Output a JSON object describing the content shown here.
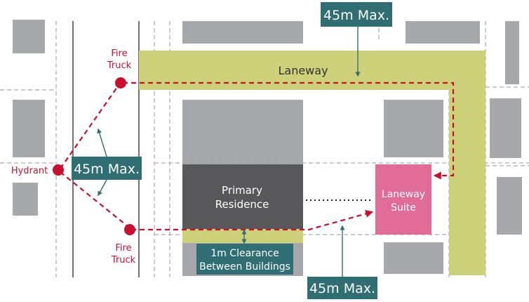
{
  "labels": {
    "fire_truck_top": [
      "Fire",
      "Truck"
    ],
    "fire_truck_bottom": [
      "Fire",
      "Truck"
    ],
    "hydrant": "Hydrant",
    "laneway": "Laneway",
    "primary_residence": [
      "Primary",
      "Residence"
    ],
    "laneway_suite": [
      "Laneway",
      "Suite"
    ],
    "max_top": "45m Max.",
    "max_left": "45m Max.",
    "max_bottom": "45m Max.",
    "clearance": [
      "1m Clearance",
      "Between Buildings"
    ]
  },
  "colors": {
    "building_gray": "#a7a8ab",
    "laneway_green": "#cdd27a",
    "residence_dark": "#58585a",
    "suite_pink": "#e16c98",
    "label_teal": "#2f6e72",
    "route_red": "#c8102e"
  }
}
